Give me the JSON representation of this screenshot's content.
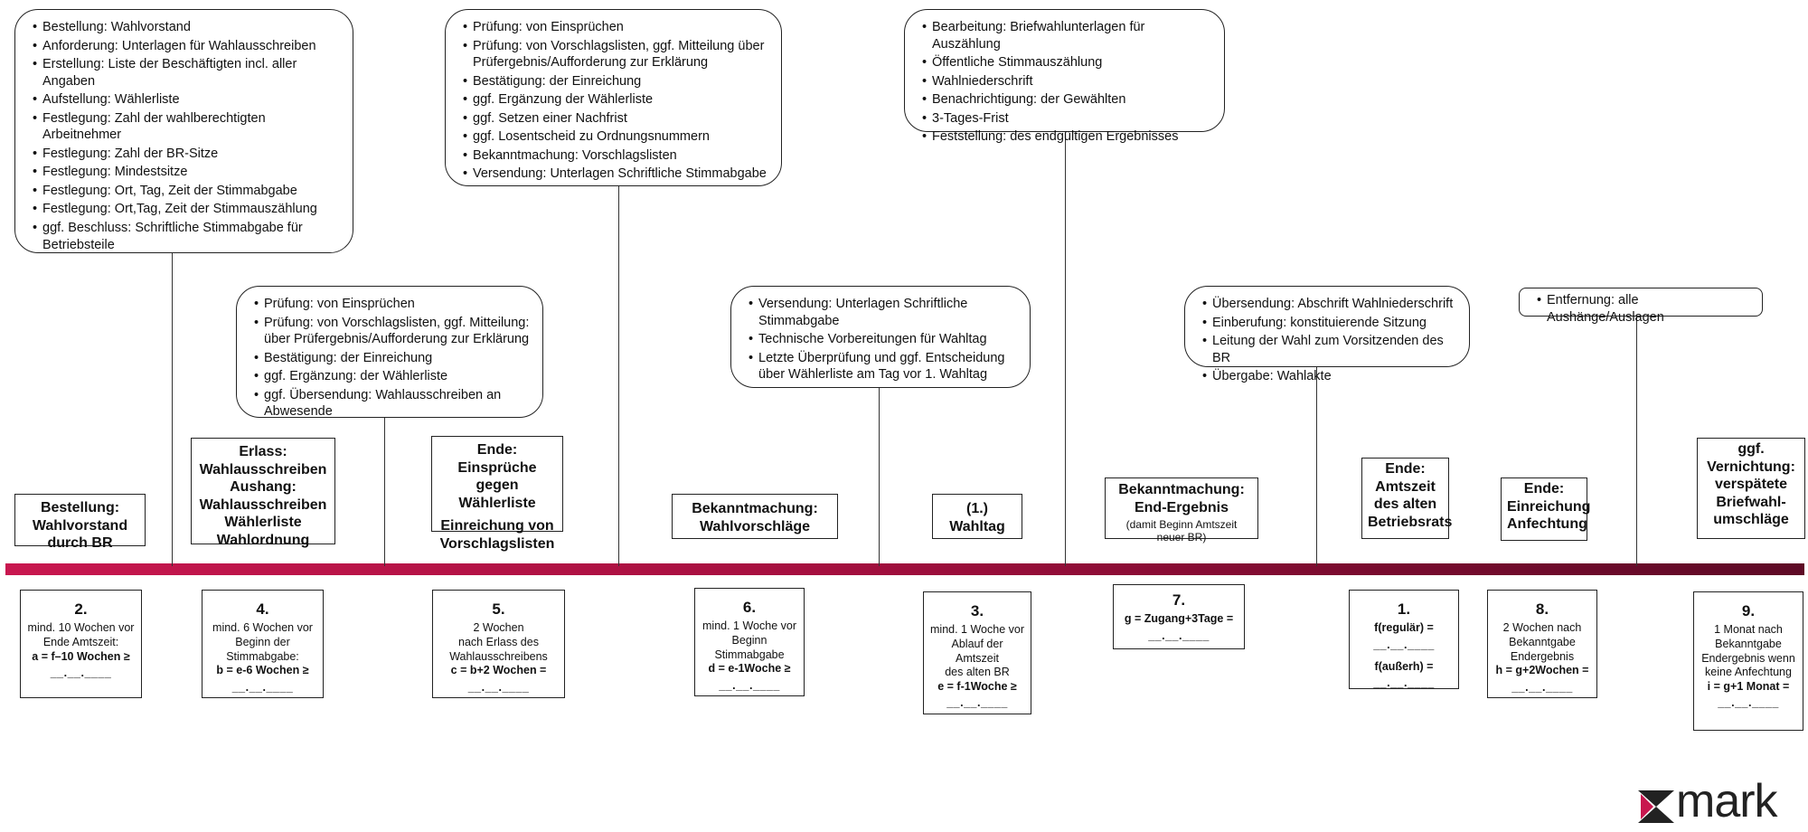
{
  "bubbles": [
    {
      "items": [
        "Bestellung: Wahlvorstand",
        "Anforderung: Unterlagen für Wahlausschreiben",
        "Erstellung: Liste der Beschäftigten incl. aller Angaben",
        "Aufstellung: Wählerliste",
        "Festlegung: Zahl der wahlberechtigten Arbeitnehmer",
        "Festlegung: Zahl der BR-Sitze",
        "Festlegung: Mindestsitze",
        "Festlegung: Ort, Tag, Zeit der Stimmabgabe",
        "Festlegung: Ort,Tag, Zeit der Stimmauszählung",
        "ggf. Beschluss: Schriftliche Stimmabgabe für Betriebsteile"
      ]
    },
    {
      "items": [
        "Prüfung: von Einsprüchen",
        "Prüfung: von Vorschlagslisten, ggf. Mitteilung: über Prüfergebnis/Aufforderung zur Erklärung",
        "Bestätigung: der Einreichung",
        "ggf. Ergänzung: der Wählerliste",
        "ggf. Übersendung: Wahlausschreiben an Abwesende"
      ]
    },
    {
      "items": [
        "Prüfung: von Einsprüchen",
        "Prüfung: von Vorschlagslisten, ggf. Mitteilung über Prüfergebnis/Aufforderung zur Erklärung",
        "Bestätigung: der Einreichung",
        "ggf. Ergänzung der Wählerliste",
        "ggf. Setzen einer Nachfrist",
        "ggf. Losentscheid zu Ordnungsnummern",
        "Bekanntmachung: Vorschlagslisten",
        "Versendung: Unterlagen Schriftliche Stimmabgabe"
      ]
    },
    {
      "items": [
        "Versendung: Unterlagen Schriftliche Stimmabgabe",
        "Technische Vorbereitungen für Wahltag",
        "Letzte Überprüfung und ggf. Entscheidung über Wählerliste am Tag vor 1. Wahltag"
      ]
    },
    {
      "items": [
        "Bearbeitung: Briefwahlunterlagen für Auszählung",
        "Öffentliche Stimmauszählung",
        "Wahlniederschrift",
        "Benachrichtigung: der Gewählten",
        "3-Tages-Frist",
        "Feststellung: des endgültigen Ergebnisses"
      ]
    },
    {
      "items": [
        "Übersendung: Abschrift Wahlniederschrift",
        "Einberufung: konstituierende Sitzung",
        "Leitung der Wahl zum Vorsitzenden des BR",
        "Übergabe: Wahlakte"
      ]
    },
    {
      "items": [
        "Entfernung: alle Aushänge/Auslagen"
      ]
    }
  ],
  "labels": [
    {
      "lines": [
        "Bestellung:",
        "Wahlvorstand",
        "durch BR"
      ]
    },
    {
      "lines": [
        "Erlass:",
        "Wahlausschreiben",
        "Aushang:",
        "Wahlausschreiben",
        "Wählerliste",
        "Wahlordnung"
      ]
    },
    {
      "lines": [
        "Ende:",
        "Einsprüche gegen",
        "Wählerliste",
        "Einreichung von",
        "Vorschlagslisten"
      ]
    },
    {
      "lines": [
        "Bekanntmachung:",
        "Wahlvorschläge"
      ]
    },
    {
      "lines": [
        "(1.)",
        "Wahltag"
      ]
    },
    {
      "lines": [
        "Bekanntmachung:",
        "End-Ergebnis"
      ],
      "sub": "(damit Beginn Amtszeit neuer BR)"
    },
    {
      "lines": [
        "Ende:",
        "Amtszeit",
        "des alten",
        "Betriebsrats"
      ]
    },
    {
      "lines": [
        "Ende:",
        "Einreichung",
        "Anfechtung"
      ]
    },
    {
      "lines": [
        "ggf.",
        "Vernichtung:",
        "verspätete",
        "Briefwahl-",
        "umschläge"
      ]
    }
  ],
  "infos": [
    {
      "num": "2.",
      "text": [
        "mind. 10 Wochen vor",
        "Ende Amtszeit:"
      ],
      "formula": "a = f–10 Wochen ≥",
      "blank": "__.__.____"
    },
    {
      "num": "4.",
      "text": [
        "mind. 6 Wochen vor",
        "Beginn der",
        "Stimmabgabe:"
      ],
      "formula": "b = e-6 Wochen ≥",
      "blank": "__.__.____"
    },
    {
      "num": "5.",
      "text": [
        "2 Wochen",
        "nach Erlass des",
        "Wahlausschreibens"
      ],
      "formula": "c = b+2 Wochen =",
      "blank": "__.__.____"
    },
    {
      "num": "6.",
      "text": [
        "mind. 1 Woche vor",
        "Beginn",
        "Stimmabgabe"
      ],
      "formula": "d = e-1Woche ≥",
      "blank": "__.__.____"
    },
    {
      "num": "3.",
      "text": [
        "mind. 1 Woche vor",
        "Ablauf der Amtszeit",
        "des alten BR"
      ],
      "formula": "e = f-1Woche ≥",
      "blank": "__.__.____"
    },
    {
      "num": "7.",
      "text": [],
      "formula": "g = Zugang+3Tage =",
      "blank": "__.__.____"
    },
    {
      "num": "1.",
      "text": [],
      "formula": "f(regulär) =",
      "blank": "__.__.____",
      "formula2": "f(außerh) =",
      "blank2": "__.__.____"
    },
    {
      "num": "8.",
      "text": [
        "2 Wochen nach",
        "Bekanntgabe",
        "Endergebnis"
      ],
      "formula": "h = g+2Wochen =",
      "blank": "__.__.____"
    },
    {
      "num": "9.",
      "text": [
        "1 Monat nach",
        "Bekanntgabe",
        "Endergebnis wenn",
        "keine Anfechtung"
      ],
      "formula": "i = g+1 Monat =",
      "blank": "__.__.____"
    }
  ],
  "logo": {
    "text": "mark"
  }
}
